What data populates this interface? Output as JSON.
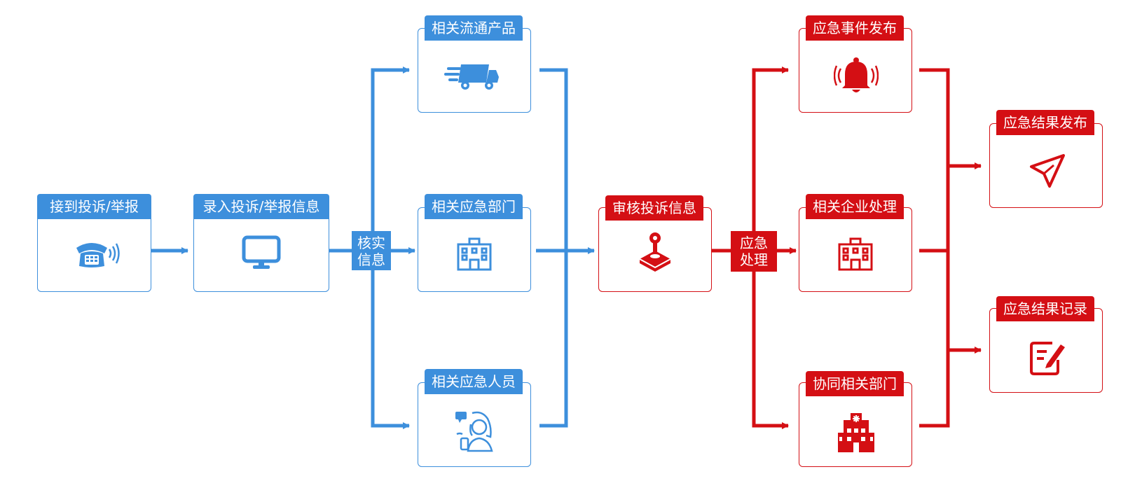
{
  "colors": {
    "blue": "#3d8fdc",
    "red": "#d40f14"
  },
  "nodes": {
    "receive": {
      "label": "接到投诉/举报",
      "icon": "telephone-icon"
    },
    "record": {
      "label": "录入投诉/举报信息",
      "icon": "monitor-icon"
    },
    "verify": {
      "label_line1": "核实",
      "label_line2": "信息"
    },
    "products": {
      "label": "相关流通产品",
      "icon": "delivery-truck-icon"
    },
    "departments": {
      "label": "相关应急部门",
      "icon": "office-building-icon"
    },
    "personnel": {
      "label": "相关应急人员",
      "icon": "support-agent-icon"
    },
    "review": {
      "label": "审核投诉信息",
      "icon": "joystick-icon"
    },
    "handle": {
      "label_line1": "应急",
      "label_line2": "处理"
    },
    "event_publish": {
      "label": "应急事件发布",
      "icon": "alarm-bell-icon"
    },
    "enterprise": {
      "label": "相关企业处理",
      "icon": "office-building-icon"
    },
    "coordinate": {
      "label": "协同相关部门",
      "icon": "hospital-icon"
    },
    "result_publish": {
      "label": "应急结果发布",
      "icon": "paper-plane-icon"
    },
    "result_record": {
      "label": "应急结果记录",
      "icon": "edit-note-icon"
    }
  }
}
